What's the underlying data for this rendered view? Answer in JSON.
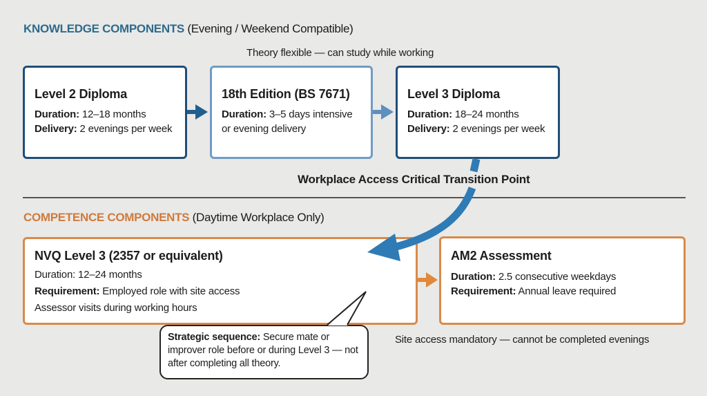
{
  "knowledge": {
    "title_keyword": "KNOWLEDGE COMPONENTS",
    "title_suffix": " (Evening / Weekend Compatible)",
    "note": "Theory flexible — can study while working",
    "boxes": [
      {
        "title": "Level 2 Diploma",
        "lines": [
          {
            "label": "Duration:",
            "value": " 12–18 months"
          },
          {
            "label": "Delivery:",
            "value": " 2 evenings per week"
          }
        ]
      },
      {
        "title": "18th Edition (BS 7671)",
        "lines": [
          {
            "label": "Duration:",
            "value": " 3–5 days intensive"
          },
          {
            "label": "",
            "value": "or evening delivery"
          }
        ]
      },
      {
        "title": "Level 3 Diploma",
        "lines": [
          {
            "label": "Duration:",
            "value": " 18–24 months"
          },
          {
            "label": "Delivery:",
            "value": " 2 evenings per week"
          }
        ]
      }
    ]
  },
  "transition": {
    "label": "Workplace Access Critical Transition Point"
  },
  "competence": {
    "title_keyword": "COMPETENCE COMPONENTS",
    "title_suffix": " (Daytime Workplace Only)",
    "note": "Site access mandatory — cannot be completed evenings",
    "boxes": [
      {
        "title": "NVQ Level 3 (2357 or equivalent)",
        "lines": [
          {
            "label": "",
            "value": "Duration: 12–24 months"
          },
          {
            "label": "Requirement:",
            "value": " Employed role with site access"
          },
          {
            "label": "",
            "value": "Assessor visits during working hours"
          }
        ]
      },
      {
        "title": "AM2 Assessment",
        "lines": [
          {
            "label": "Duration:",
            "value": " 2.5 consecutive weekdays"
          },
          {
            "label": "Requirement:",
            "value": " Annual leave required"
          }
        ]
      }
    ]
  },
  "callout": {
    "label": "Strategic sequence:",
    "text": " Secure mate or improver role before or during Level 3 — not after completing all theory."
  },
  "colors": {
    "knowledge_accent": "#2f6a8c",
    "knowledge_dark_border": "#1f4e78",
    "knowledge_light_border": "#6f9bc4",
    "competence_accent": "#d07a3c",
    "competence_border": "#d88a4a",
    "transition_arrow": "#2f7bb5",
    "background": "#e9e9e7"
  }
}
